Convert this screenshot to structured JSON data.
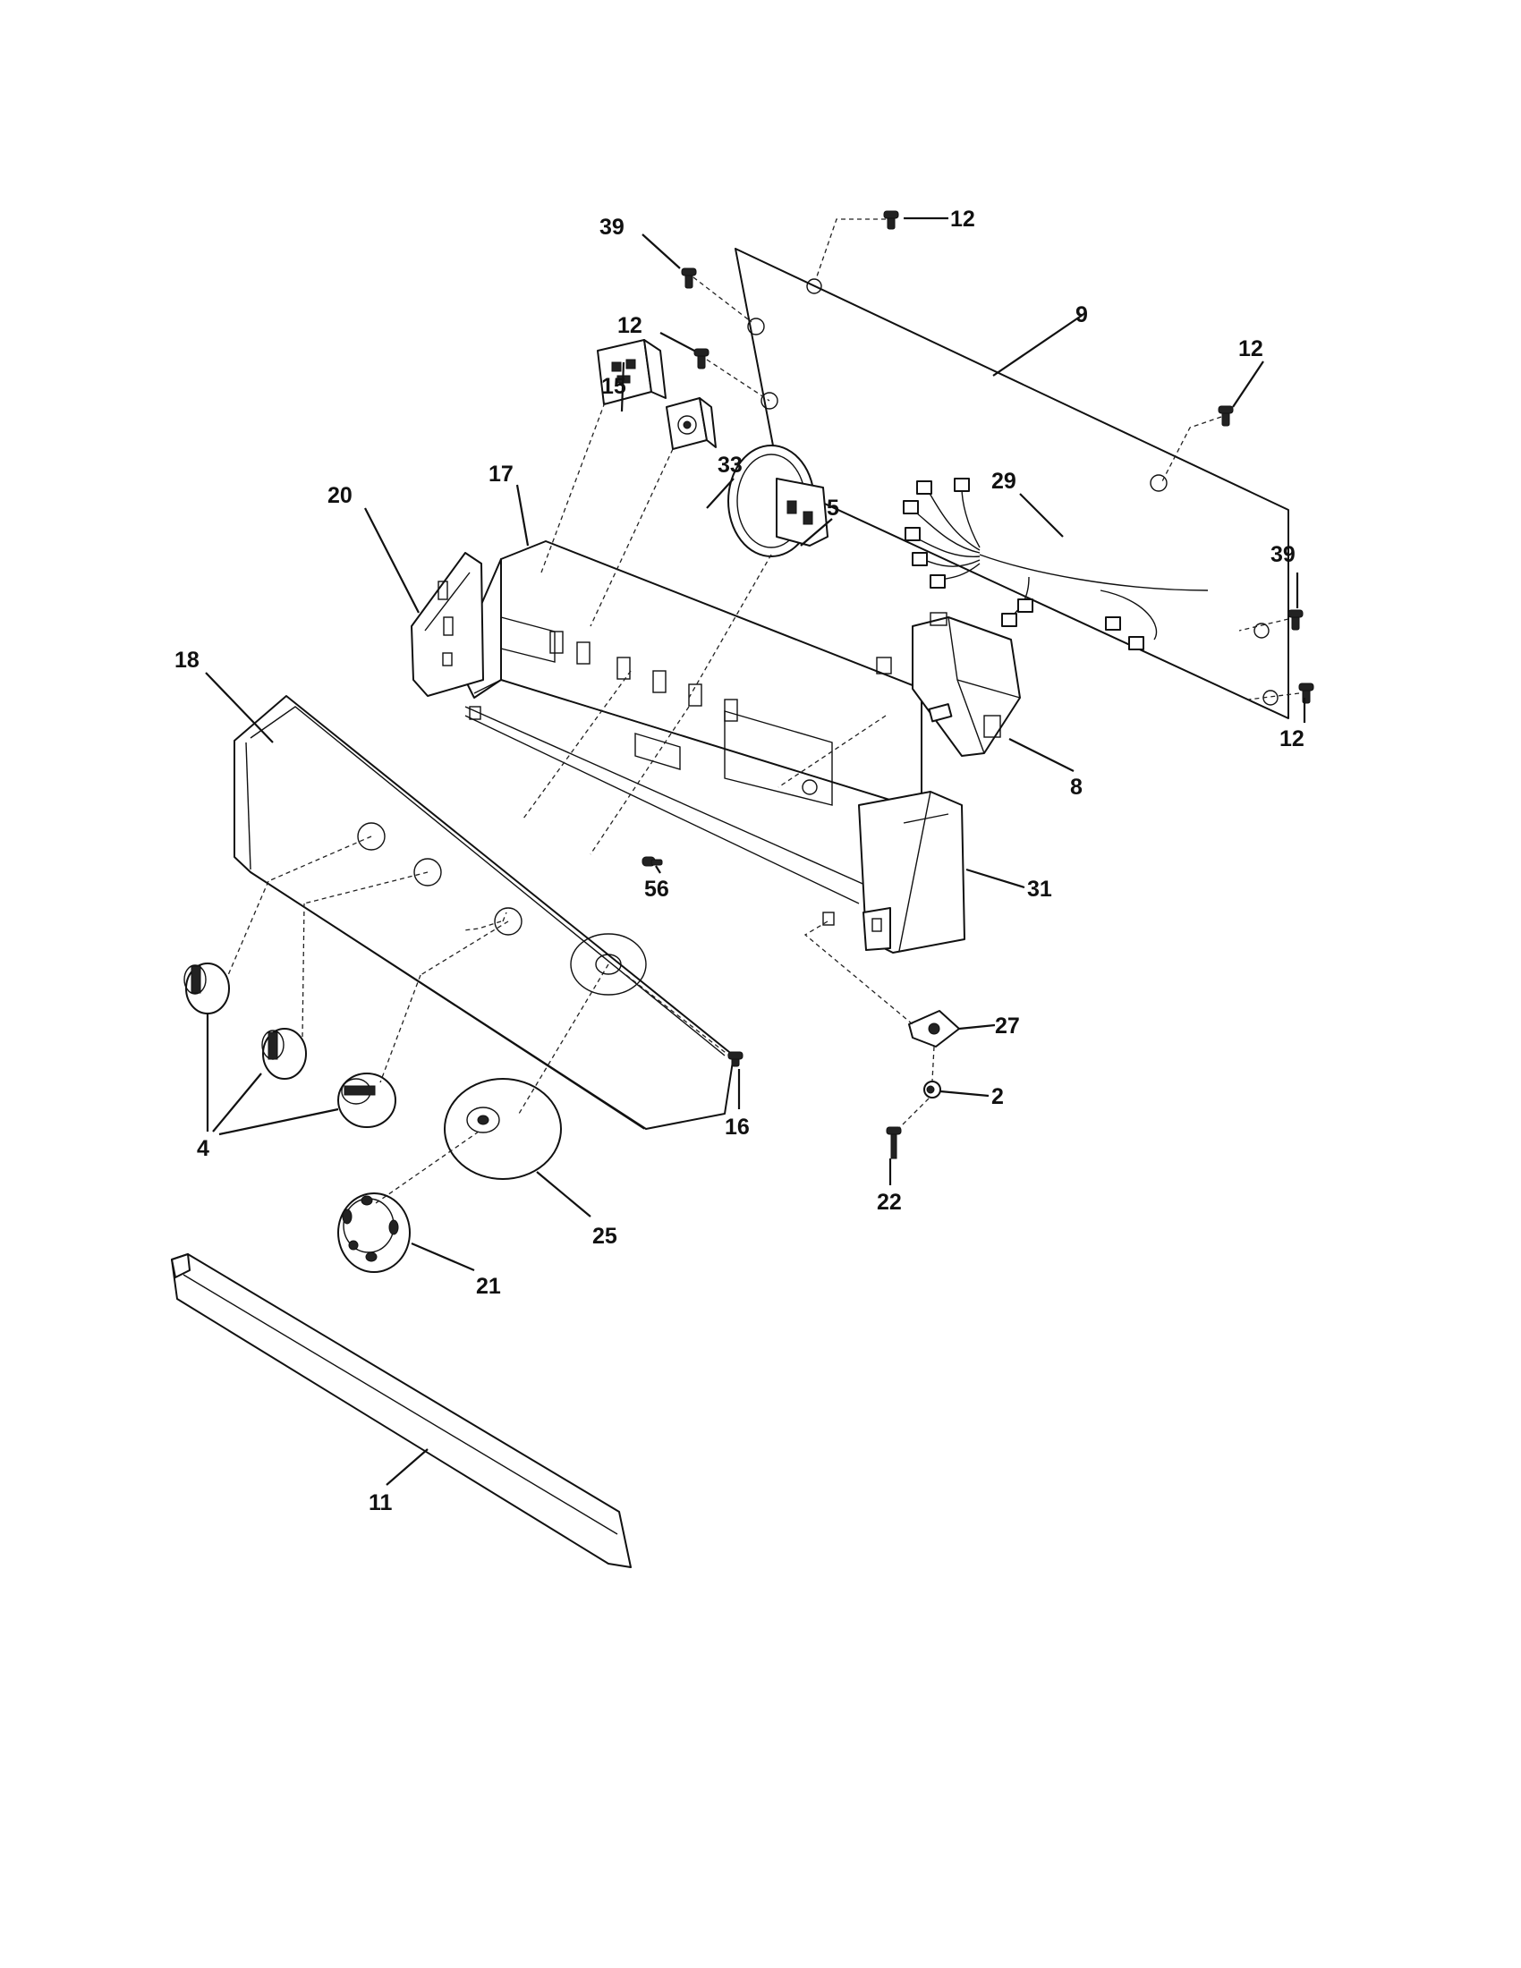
{
  "diagram": {
    "callouts": {
      "c39a": "39",
      "c12a": "12",
      "c12b": "12",
      "c9": "9",
      "c12c": "12",
      "c15": "15",
      "c33": "33",
      "c17": "17",
      "c20": "20",
      "c5": "5",
      "c29": "29",
      "c39b": "39",
      "c12d": "12",
      "c18": "18",
      "c8": "8",
      "c56": "56",
      "c31": "31",
      "c27": "27",
      "c2": "2",
      "c16": "16",
      "c4": "4",
      "c22": "22",
      "c25": "25",
      "c21": "21",
      "c11": "11"
    }
  }
}
